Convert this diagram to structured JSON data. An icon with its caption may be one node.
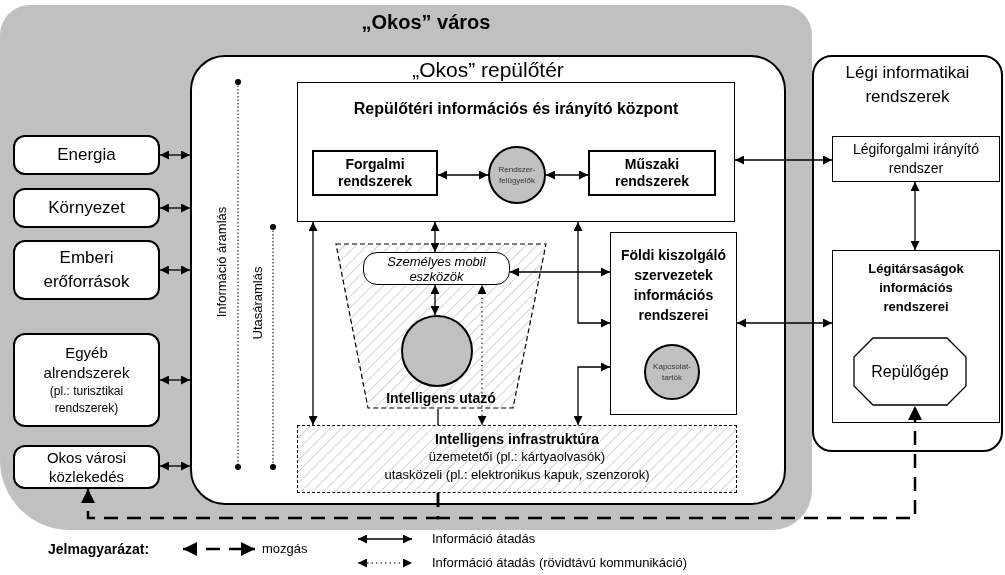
{
  "diagram": {
    "nodes": [
      {
        "text": [
          "„Okos” város"
        ]
      },
      {
        "text": [
          "„Okos” repülőtér"
        ],
        "in": 0
      },
      {
        "text": [
          "Repülőtéri információs és irányító központ"
        ],
        "in": 1
      },
      {
        "text": [
          "Forgalmi rendszerek"
        ],
        "in": 2
      },
      {
        "text": [
          "Rendszer-felügyelők"
        ],
        "in": 2
      },
      {
        "text": [
          "Műszaki rendszerek"
        ],
        "in": 2
      },
      {
        "text": [
          "Intelligens utazó"
        ],
        "in": 1
      },
      {
        "text": [
          "Személyes mobil eszközök"
        ],
        "in": 6
      },
      {
        "text": [],
        "shape": "circle",
        "in": 6
      },
      {
        "text": [
          "Földi kiszolgáló szervezetek információs rendszerei"
        ],
        "in": 1
      },
      {
        "text": [
          "Kapcsolat-tartók"
        ],
        "in": 9
      },
      {
        "text": [
          "Intelligens infrastruktúra",
          "üzemetetői (pl.: kártyaolvasók)",
          "utasközeli (pl.: elektronikus kapuk, szenzorok)"
        ],
        "in": 1
      },
      {
        "text": [
          "Légi informatikai rendszerek"
        ]
      },
      {
        "text": [
          "Légiforgalmi irányító rendszer"
        ],
        "in": 12
      },
      {
        "text": [
          "Légitársaságok információs rendszerei"
        ],
        "in": 12
      },
      {
        "text": [
          "Repülőgép"
        ],
        "in": 14
      },
      {
        "text": [
          "Energia"
        ],
        "in": 0
      },
      {
        "text": [
          "Környezet"
        ],
        "in": 0
      },
      {
        "text": [
          "Emberi erőforrások"
        ],
        "in": 0
      },
      {
        "text": [
          "Egyéb alrendszerek",
          "(pl.: turisztikai rendszerek)"
        ],
        "in": 0
      },
      {
        "text": [
          "Okos városi közlekedés"
        ],
        "in": 0
      }
    ],
    "edges": [
      {
        "from": 16,
        "to": 1,
        "arrow": "both"
      },
      {
        "from": 17,
        "to": 1,
        "arrow": "both"
      },
      {
        "from": 18,
        "to": 1,
        "arrow": "both"
      },
      {
        "from": 19,
        "to": 1,
        "arrow": "both"
      },
      {
        "from": 20,
        "to": 1,
        "arrow": "both"
      },
      {
        "from": 3,
        "to": 4,
        "arrow": "both"
      },
      {
        "from": 4,
        "to": 5,
        "arrow": "both"
      },
      {
        "from": 2,
        "to": 13,
        "arrow": "both"
      },
      {
        "from": 13,
        "to": 14,
        "arrow": "both"
      },
      {
        "from": 2,
        "to": 7,
        "arrow": "both"
      },
      {
        "from": 7,
        "to": 8,
        "arrow": "both"
      },
      {
        "from": 7,
        "to": 9,
        "arrow": "both"
      },
      {
        "from": 2,
        "to": 11,
        "arrow": "both"
      },
      {
        "from": 2,
        "to": 9,
        "arrow": "both"
      },
      {
        "from": 9,
        "to": 11,
        "arrow": "both"
      },
      {
        "from": 9,
        "to": 14,
        "arrow": "both"
      },
      {
        "from": 6,
        "to": 11,
        "arrow": "none"
      },
      {
        "from": 11,
        "to": 7,
        "arrow": "both",
        "style": "dashed"
      },
      {
        "from": 11,
        "to": 20,
        "arrow": "to",
        "style": "dashed"
      },
      {
        "from": 11,
        "to": 15,
        "arrow": "to",
        "style": "dashed"
      }
    ],
    "labels": [
      "Információ áramlás",
      "Utasáramlás",
      "Jelmagyarázat:"
    ],
    "legend": [
      {
        "text": "mozgás"
      },
      {
        "text": "Információ átadás"
      },
      {
        "text": "Információ átadás (rövidtávú kommunikáció)"
      }
    ]
  }
}
